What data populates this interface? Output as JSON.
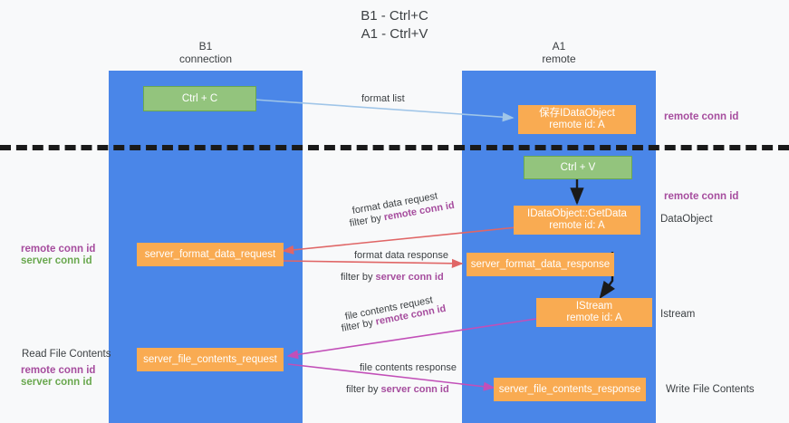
{
  "title": "B1 - Ctrl+C\nA1 - Ctrl+V",
  "lanes": [
    {
      "id": "b1",
      "heading": "B1\nconnection"
    },
    {
      "id": "a1",
      "heading": "A1\nremote"
    }
  ],
  "boxes": {
    "ctrl_c": "Ctrl + C",
    "ctrl_v": "Ctrl + V",
    "idataobject": "保存IDataObject\nremote id: A",
    "getdata": "IDataObject::GetData\nremote id: A",
    "format_data_request": "server_format_data_request",
    "format_data_response": "server_format_data_response",
    "istream": "IStream\nremote id: A",
    "file_contents_request": "server_file_contents_request",
    "file_contents_response": "server_file_contents_response"
  },
  "right_labels": {
    "remote_conn_id_top": "remote conn id",
    "remote_conn_id_mid": "remote conn id",
    "dataobject": "DataObject",
    "istream": "Istream",
    "write_file_contents": "Write File Contents"
  },
  "left_labels": {
    "remote_conn_id": "remote conn id",
    "server_conn_id": "server conn id",
    "read_file_contents": "Read File Contents",
    "remote_conn_id_2": "remote conn id",
    "server_conn_id_2": "server conn id"
  },
  "edges": {
    "format_list": "format list",
    "format_data_request": "format data request",
    "filter_by": "filter by ",
    "remote_conn_id": "remote conn id",
    "format_data_response": "format data response",
    "server_conn_id": "server conn id",
    "file_contents_request": "file contents request",
    "remote_conn_id_2": "remote conn id",
    "file_contents_response": "file contents response",
    "server_conn_id_2": "server conn id"
  },
  "colors": {
    "lane": "#4a86e8",
    "green_box": "#93c47d",
    "orange_box": "#f9ab52",
    "purple_text": "#a64d9e",
    "green_text": "#6aa84f",
    "red_arrow": "#e06666",
    "magenta_arrow": "#c24fb8",
    "blue_arrow": "#9fc5e8",
    "black_arrow": "#1a1a1a"
  }
}
